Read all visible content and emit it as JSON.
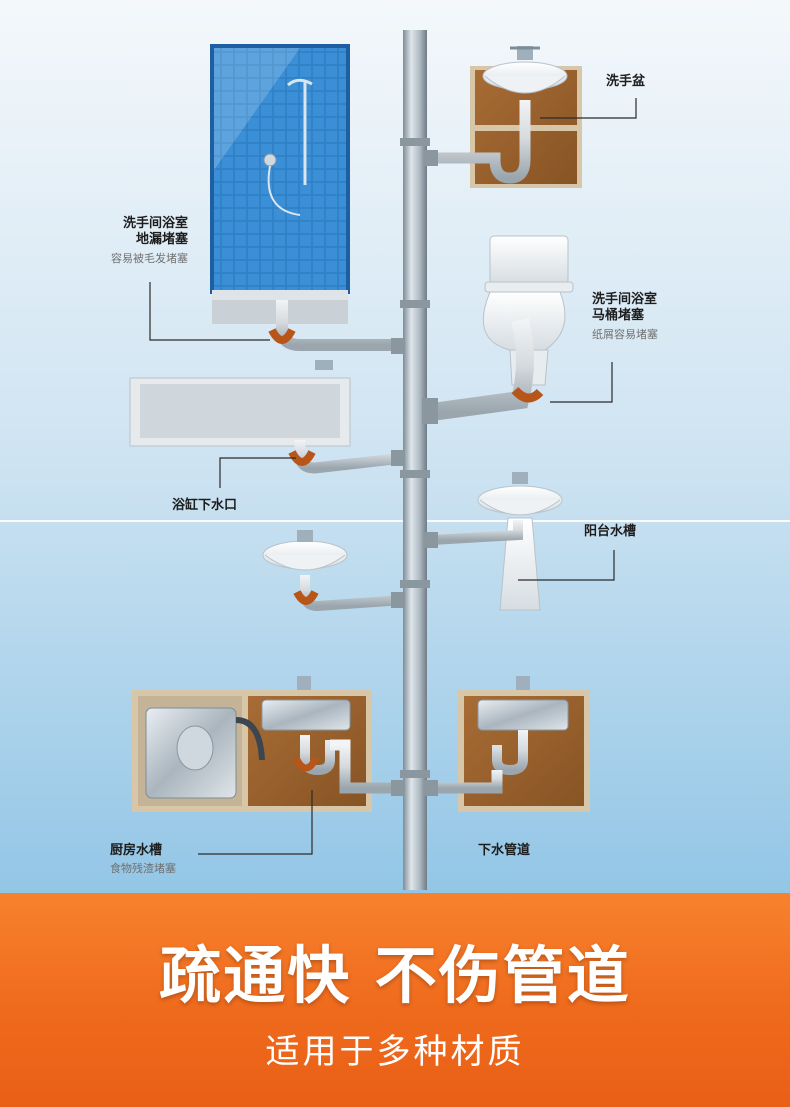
{
  "labels": {
    "washbasin": {
      "title": "洗手盆",
      "note": ""
    },
    "floor_drain": {
      "title_line1": "洗手间浴室",
      "title_line2": "地漏堵塞",
      "note": "容易被毛发堵塞"
    },
    "toilet": {
      "title_line1": "洗手间浴室",
      "title_line2": "马桶堵塞",
      "note": "纸屑容易堵塞"
    },
    "bathtub": {
      "title": "浴缸下水口"
    },
    "balcony_sink": {
      "title": "阳台水槽"
    },
    "kitchen_sink": {
      "title": "厨房水槽",
      "note": "食物残渣堵塞"
    },
    "drain_pipe": {
      "title": "下水管道"
    }
  },
  "banner": {
    "headline": "疏通快 不伤管道",
    "subline": "适用于多种材质"
  },
  "colors": {
    "background_top": "#f3f8fc",
    "background_bottom": "#9ccbe8",
    "pipe": "#b7c3cc",
    "cabinet_wood": "#9a6331",
    "clog": "#b8561a",
    "banner": "#ef6a1c",
    "tile": "#2e7ec4"
  }
}
